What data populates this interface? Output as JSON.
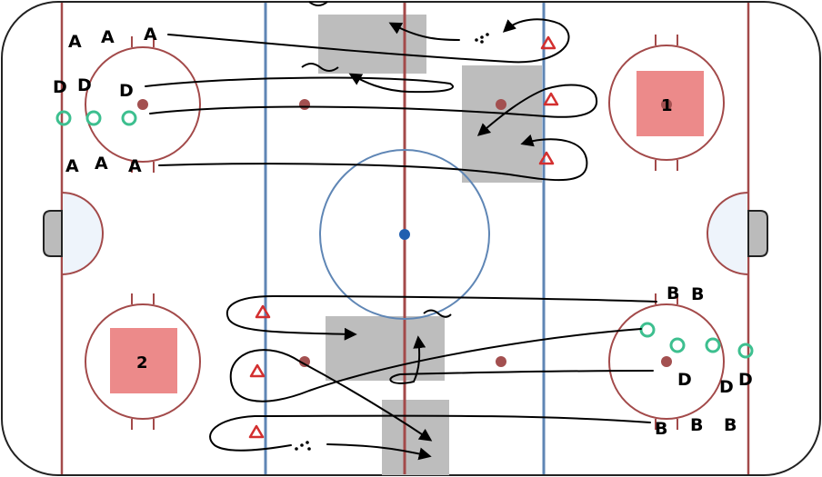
{
  "colors": {
    "red_line": "#a34a4a",
    "blue_line": "#5f86b5",
    "faceoff_dot": "#a35050",
    "center_dot": "#1f5fb0",
    "zone_fill": "#bdbdbd",
    "target_fill": "#ec8a8a",
    "cone": "#d32f2f",
    "puck_ring": "#3dbf8f",
    "crease": "#eef4fb",
    "net": "#bbbbbb",
    "path": "#000000"
  },
  "targets": [
    {
      "label": "1"
    },
    {
      "label": "2"
    }
  ],
  "players": {
    "A": [
      {
        "text": "A"
      },
      {
        "text": "A"
      },
      {
        "text": "A"
      },
      {
        "text": "A"
      },
      {
        "text": "A"
      },
      {
        "text": "A"
      }
    ],
    "D_left": [
      {
        "text": "D"
      },
      {
        "text": "D"
      },
      {
        "text": "D"
      }
    ],
    "B": [
      {
        "text": "B"
      },
      {
        "text": "B"
      },
      {
        "text": "B"
      },
      {
        "text": "B"
      },
      {
        "text": "B"
      }
    ],
    "D_right": [
      {
        "text": "D"
      },
      {
        "text": "D"
      },
      {
        "text": "D"
      }
    ]
  }
}
